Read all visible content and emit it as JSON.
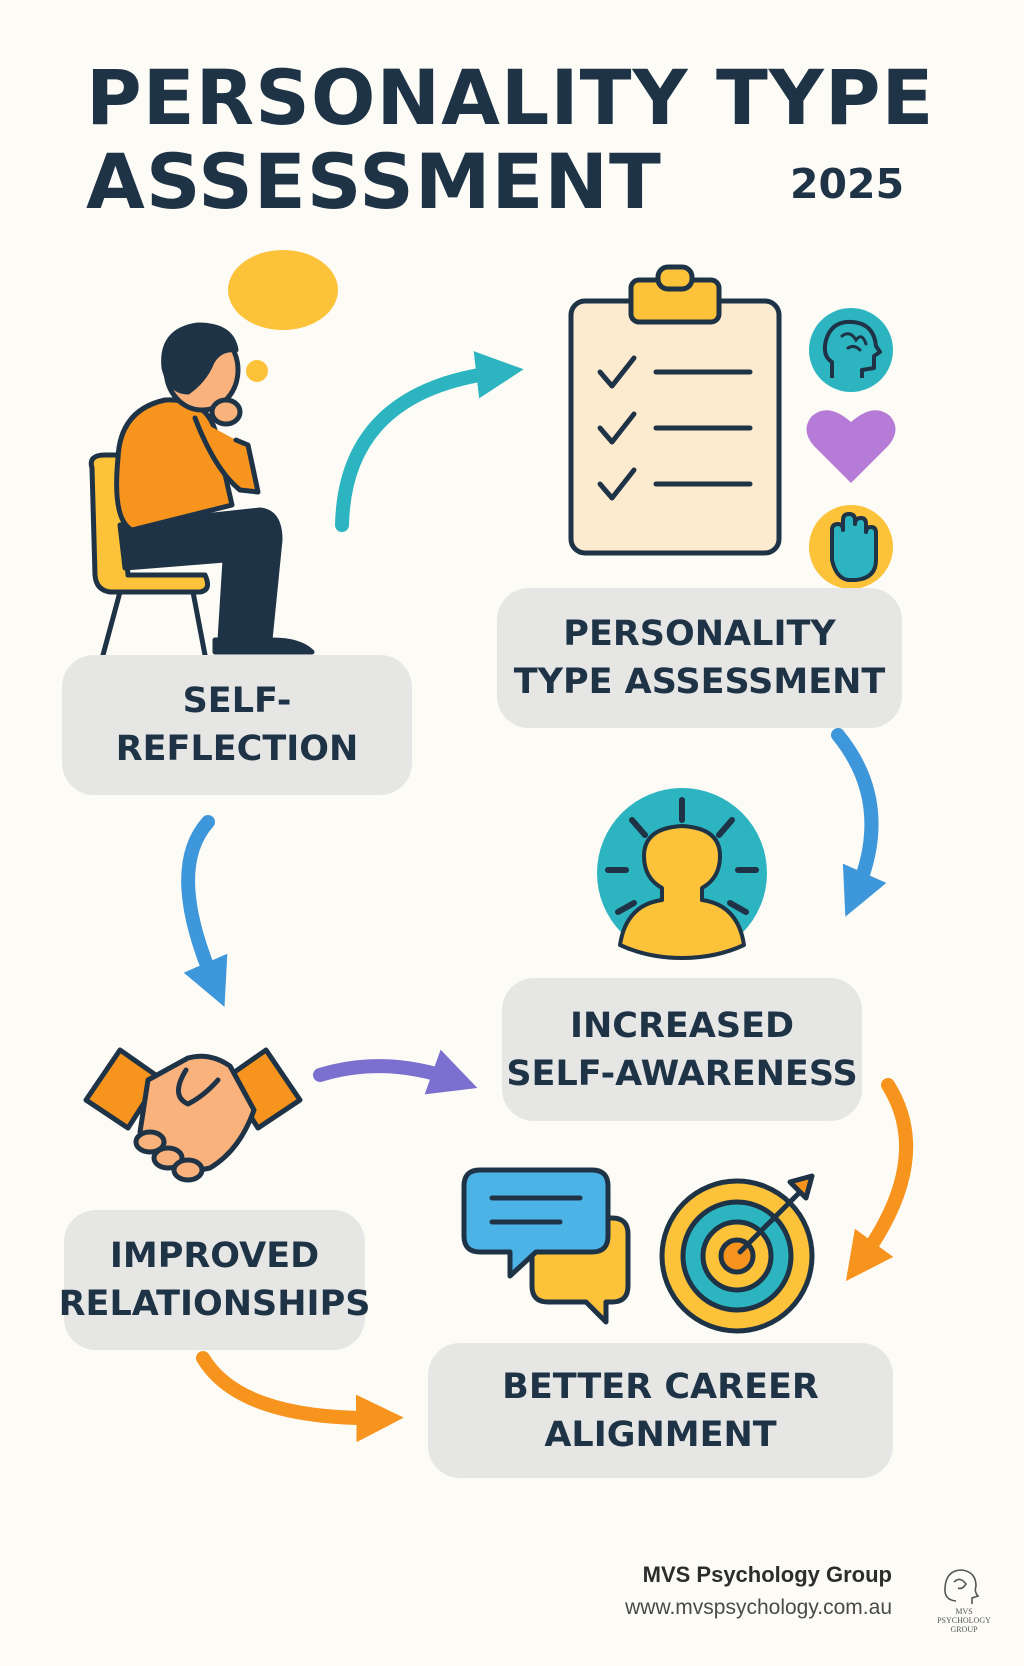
{
  "title": {
    "line1": "PERSONALITY TYPE",
    "line2": "ASSESSMENT",
    "year": "2025"
  },
  "steps": {
    "self_reflection": {
      "line1": "SELF-",
      "line2": "REFLECTION"
    },
    "assessment": {
      "line1": "PERSONALITY",
      "line2": "TYPE ASSESSMENT"
    },
    "self_awareness": {
      "line1": "INCREASED",
      "line2": "SELF-AWARENESS"
    },
    "relationships": {
      "line1": "IMPROVED",
      "line2": "RELATIONSHIPS"
    },
    "career": {
      "line1": "BETTER CAREER",
      "line2": "ALIGNMENT"
    }
  },
  "icons": {
    "thinking_person": "thinking-person-on-chair",
    "thought_bubble": "thought-bubble",
    "clipboard": "checklist-clipboard",
    "brain": "head-with-brain",
    "heart": "heart",
    "hand": "raised-hand",
    "enlightened_head": "person-head-with-rays",
    "handshake": "handshake",
    "chat": "chat-bubbles",
    "target": "target-with-arrow",
    "logo": "mvs-psychology-logo"
  },
  "colors": {
    "background": "#FCFBF6",
    "navy": "#1F3347",
    "orange": "#F7941D",
    "yellow": "#FBC23A",
    "teal": "#2CB5C0",
    "blue": "#3D97DA",
    "purple": "#7B6FD0",
    "pill": "#E6E6E4"
  },
  "footer": {
    "org": "MVS Psychology Group",
    "url": "www.mvspsychology.com.au",
    "logo_line1": "MVS",
    "logo_line2": "PSYCHOLOGY",
    "logo_line3": "GROUP"
  }
}
